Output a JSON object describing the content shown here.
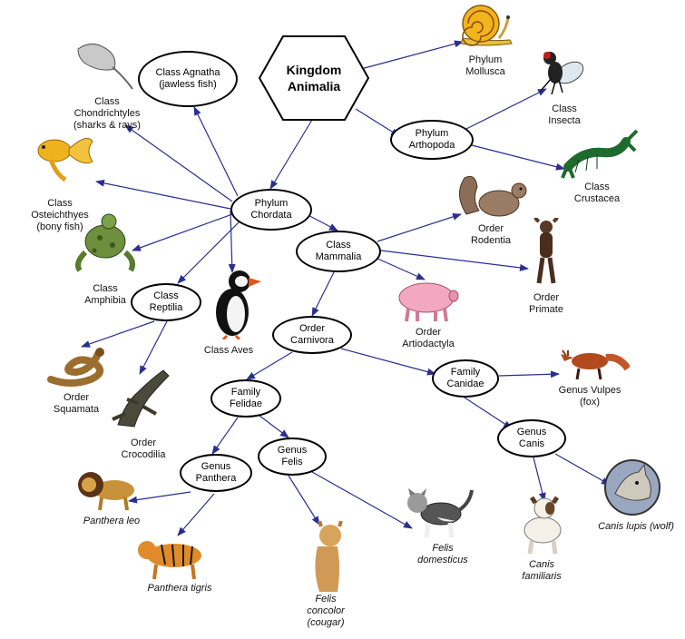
{
  "nodes": {
    "kingdom": "Kingdom\nAnimalia",
    "chordata": "Phylum\nChordata",
    "arthopoda": "Phylum\nArthopoda",
    "agnatha": "Class Agnatha\n(jawless fish)",
    "mammalia": "Class\nMammalia",
    "reptilia": "Class\nReptilia",
    "carnivora": "Order\nCarnivora",
    "felidae": "Family\nFelidae",
    "canidae": "Family\nCanidae",
    "panthera": "Genus\nPanthera",
    "felis": "Genus\nFelis",
    "canis": "Genus\nCanis"
  },
  "labels": {
    "mollusca": "Phylum\nMollusca",
    "insecta": "Class\nInsecta",
    "crustacea": "Class\nCrustacea",
    "chondrichthyes": "Class\nChondrichtyles\n(sharks & rays)",
    "osteichthyes": "Class\nOsteichthyes\n(bony fish)",
    "amphibia": "Class\nAmphibia",
    "aves": "Class Aves",
    "rodentia": "Order\nRodentia",
    "primate": "Order\nPrimate",
    "artiodactyla": "Order\nArtiodactyla",
    "squamata": "Order\nSquamata",
    "crocodilia": "Order\nCrocodilia",
    "vulpes": "Genus Vulpes\n(fox)",
    "leo": "Panthera leo",
    "tigris": "Panthera tigris",
    "concolor": "Felis\nconcolor\n(cougar)",
    "domesticus": "Felis\ndomesticus",
    "familiaris": "Canis\nfamiliaris",
    "lupus": "Canis lupis (wolf)"
  },
  "icons": [
    "snail-icon",
    "fly-icon",
    "crayfish-icon",
    "ray-icon",
    "goldfish-icon",
    "frog-icon",
    "puffin-icon",
    "squirrel-icon",
    "monkey-icon",
    "pig-icon",
    "snake-icon",
    "crocodile-icon",
    "fox-icon",
    "lion-icon",
    "tiger-icon",
    "cougar-cub-icon",
    "cat-icon",
    "dog-icon",
    "wolf-icon"
  ],
  "colors": {
    "arrow": "#2a2f8f",
    "node_border": "#000000"
  }
}
